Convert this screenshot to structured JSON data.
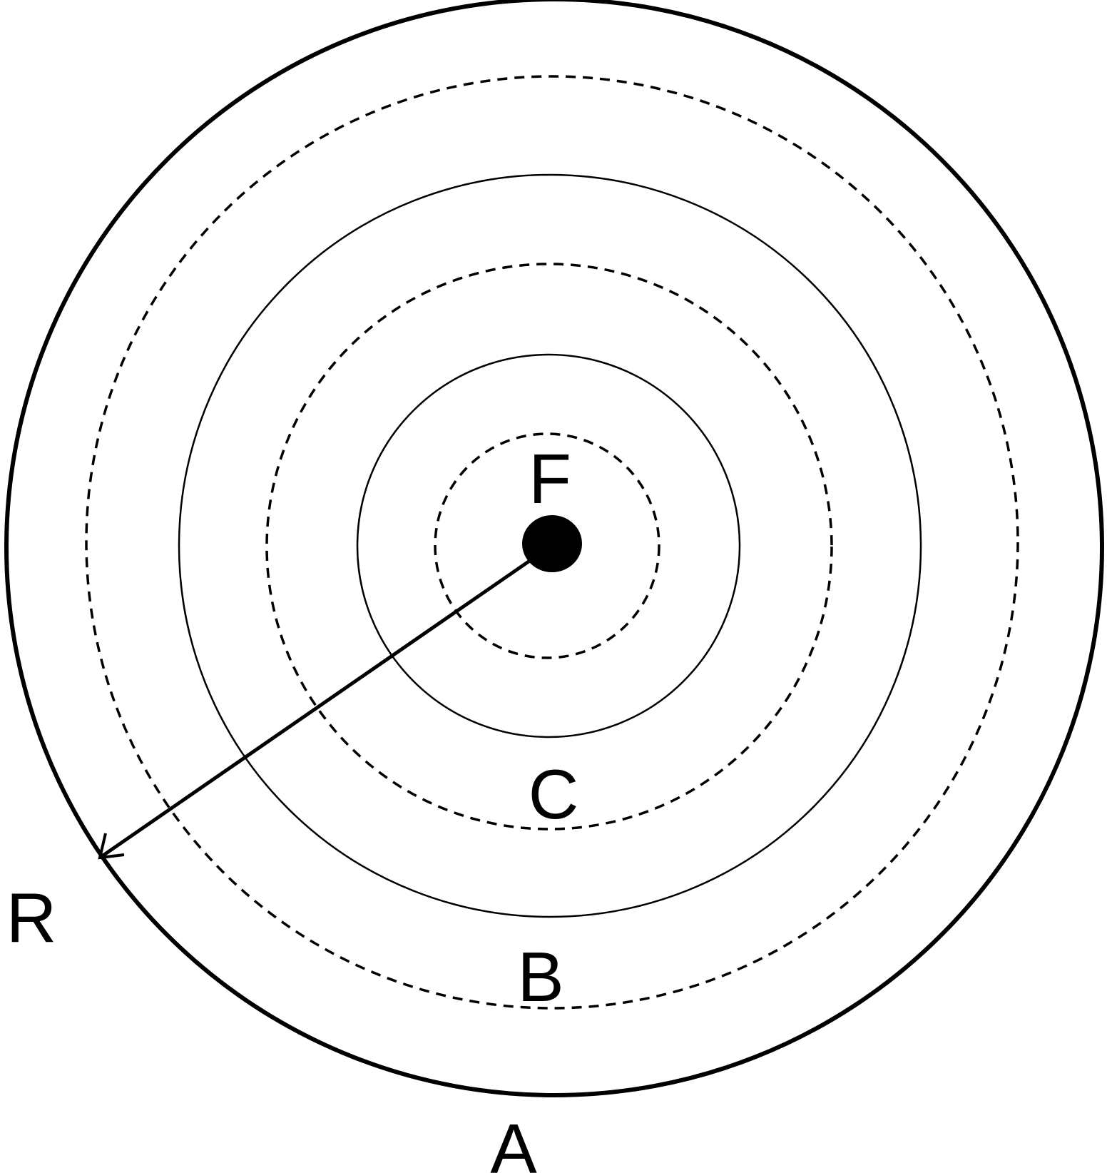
{
  "diagram": {
    "labels": {
      "focus": "F",
      "circle_a": "A",
      "circle_b": "B",
      "circle_c": "C",
      "radius": "R"
    },
    "colors": {
      "stroke": "#000000",
      "background": "#ffffff"
    },
    "circles": [
      {
        "name": "circle-a-outer",
        "style": "solid-thick"
      },
      {
        "name": "circle-b-dashed",
        "style": "dashed"
      },
      {
        "name": "circle-ring-2",
        "style": "solid"
      },
      {
        "name": "circle-c-dashed",
        "style": "dashed"
      },
      {
        "name": "circle-ring-1",
        "style": "solid"
      },
      {
        "name": "circle-f-dashed",
        "style": "dashed"
      }
    ]
  }
}
